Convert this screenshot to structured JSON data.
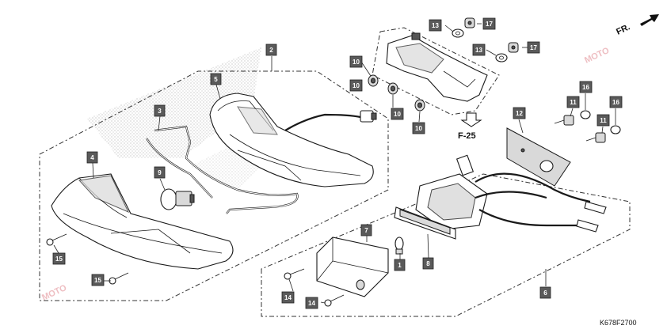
{
  "diagram_code": "K678F2700",
  "reference": "F-25",
  "direction": "FR.",
  "watermark": "MOTO",
  "callouts": [
    {
      "id": "c-2",
      "label": "2"
    },
    {
      "id": "c-5",
      "label": "5"
    },
    {
      "id": "c-3",
      "label": "3"
    },
    {
      "id": "c-9",
      "label": "9"
    },
    {
      "id": "c-4",
      "label": "4"
    },
    {
      "id": "c-15a",
      "label": "15"
    },
    {
      "id": "c-15b",
      "label": "15"
    },
    {
      "id": "c-10a",
      "label": "10"
    },
    {
      "id": "c-10b",
      "label": "10"
    },
    {
      "id": "c-10c",
      "label": "10"
    },
    {
      "id": "c-10d",
      "label": "10"
    },
    {
      "id": "c-13a",
      "label": "13"
    },
    {
      "id": "c-17a",
      "label": "17"
    },
    {
      "id": "c-13b",
      "label": "13"
    },
    {
      "id": "c-17b",
      "label": "17"
    },
    {
      "id": "c-12",
      "label": "12"
    },
    {
      "id": "c-11a",
      "label": "11"
    },
    {
      "id": "c-16a",
      "label": "16"
    },
    {
      "id": "c-11b",
      "label": "11"
    },
    {
      "id": "c-16b",
      "label": "16"
    },
    {
      "id": "c-7",
      "label": "7"
    },
    {
      "id": "c-1",
      "label": "1"
    },
    {
      "id": "c-8",
      "label": "8"
    },
    {
      "id": "c-6",
      "label": "6"
    },
    {
      "id": "c-14a",
      "label": "14"
    },
    {
      "id": "c-14b",
      "label": "14"
    }
  ]
}
